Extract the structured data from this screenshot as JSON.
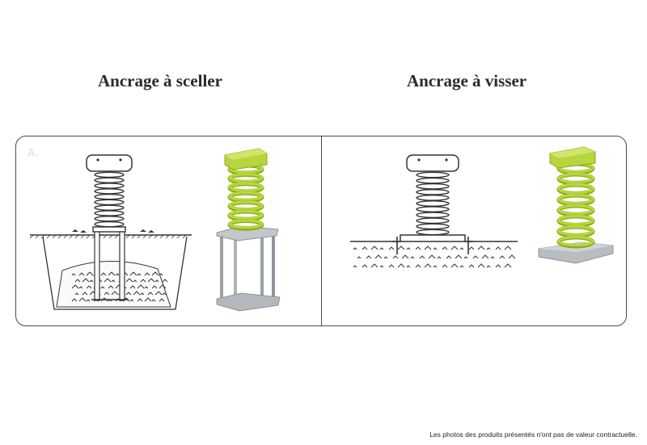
{
  "titles": {
    "left": "Ancrage à sceller",
    "right": "Ancrage à visser"
  },
  "panel_letter": "A.",
  "disclaimer": "Les photos des produits présentés n'ont pas de valeur contractuelle.",
  "colors": {
    "spring": "#b7d53d",
    "spring_dark": "#8aaa1e",
    "metal": "#b9bec2",
    "metal_dark": "#7d8388",
    "line": "#333333"
  }
}
